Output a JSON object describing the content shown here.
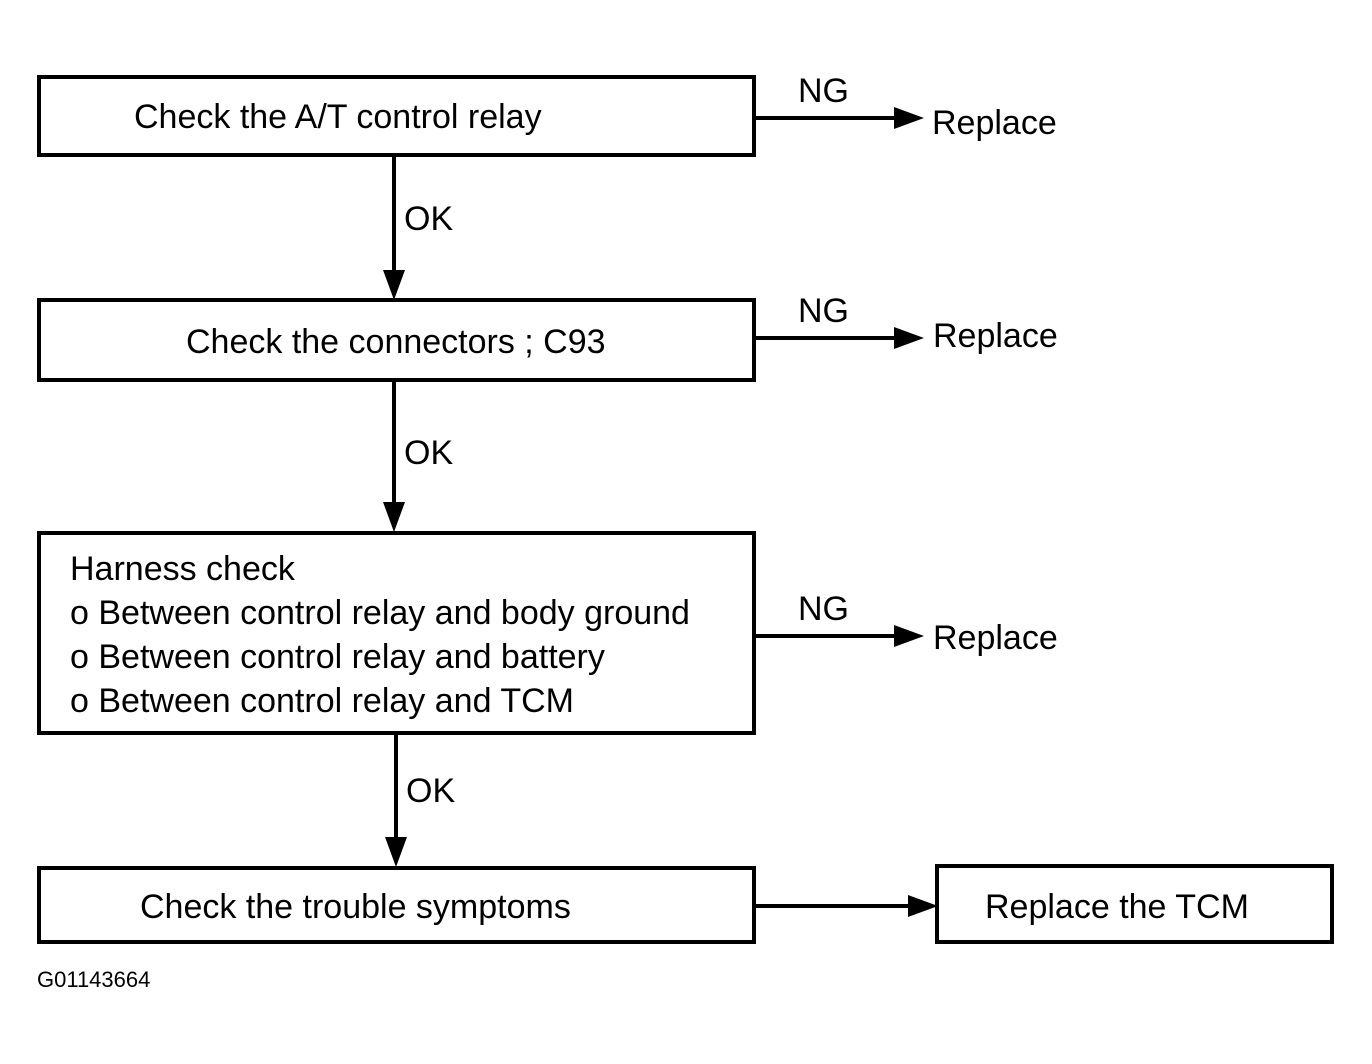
{
  "steps": {
    "step1": {
      "text": "Check the A/T control relay"
    },
    "step2": {
      "text": "Check the connectors ; C93"
    },
    "step3": {
      "lines": [
        "Harness check",
        "o Between control relay and body ground",
        "o Between control relay and battery",
        "o Between control relay and TCM"
      ]
    },
    "step4": {
      "text": "Check the trouble symptoms"
    },
    "final": {
      "text": "Replace the TCM"
    }
  },
  "branches": {
    "ng_label": "NG",
    "ok_label": "OK",
    "replace_label": "Replace"
  },
  "figure_code": "G01143664"
}
